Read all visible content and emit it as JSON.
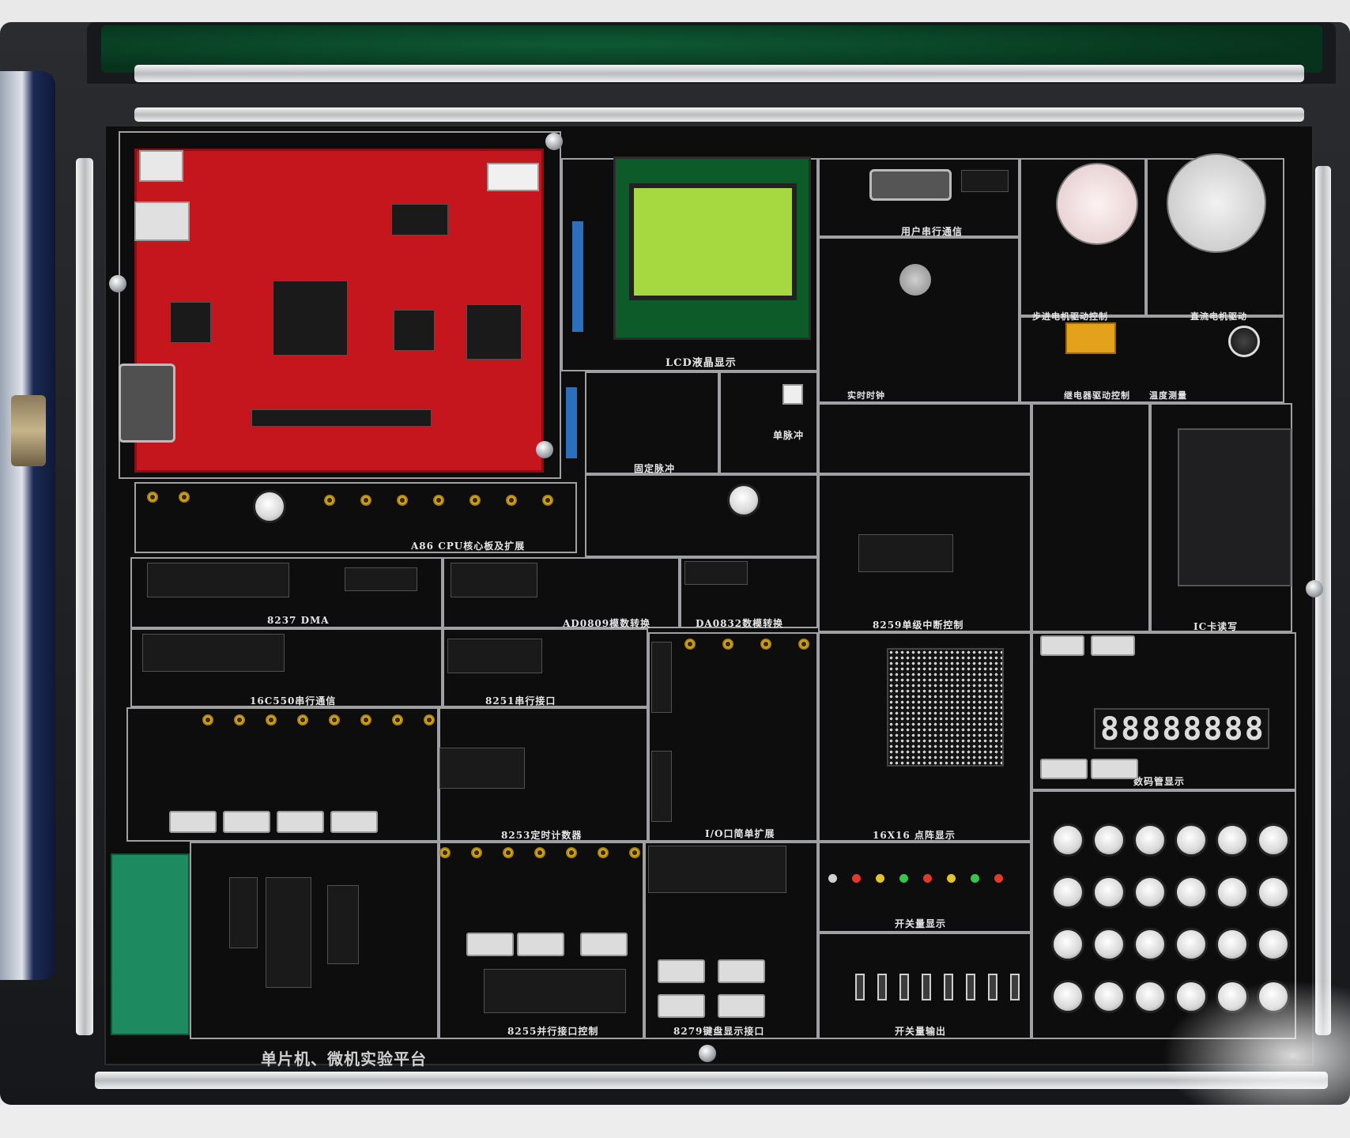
{
  "image": {
    "subject": "microcomputer experiment board in open carrying case",
    "accent_colors": {
      "pcb_red": "#c4161c",
      "lcd_green": "#a6d83f",
      "felt_green": "#0e5a34",
      "jack_gold": "#e2b422",
      "board_black": "#0d0d0e"
    }
  },
  "labels": {
    "cpu_core": "A86 CPU核心板及扩展",
    "lcd": "LCD液晶显示",
    "user_serial": "用户串行通信",
    "dma": "8237 DMA",
    "adc": "AD0809模数转换",
    "dac": "DA0832数模转换",
    "interrupt": "8259单级中断控制",
    "uart": "16C550串行通信",
    "serial_8251": "8251串行接口",
    "io_expand": "I/O口简单扩展",
    "matrix": "16X16 点阵显示",
    "timer": "8253定时计数器",
    "parallel": "8255并行接口控制",
    "kbd_display": "8279键盘显示接口",
    "switch_out": "开关量输出",
    "switch_disp": "开关量显示",
    "ic_card": "IC卡读写",
    "clock": "实时时钟",
    "single_pulse": "单脉冲",
    "fixed_pulse": "固定脉冲",
    "stepper": "步进电机驱动控制",
    "dc_motor": "直流电机驱动",
    "relay": "继电器驱动控制",
    "temp": "温度测量",
    "seg": "数码管显示",
    "platform": "单片机、微机实验平台"
  },
  "seven_segment": {
    "digits": "88888888"
  }
}
